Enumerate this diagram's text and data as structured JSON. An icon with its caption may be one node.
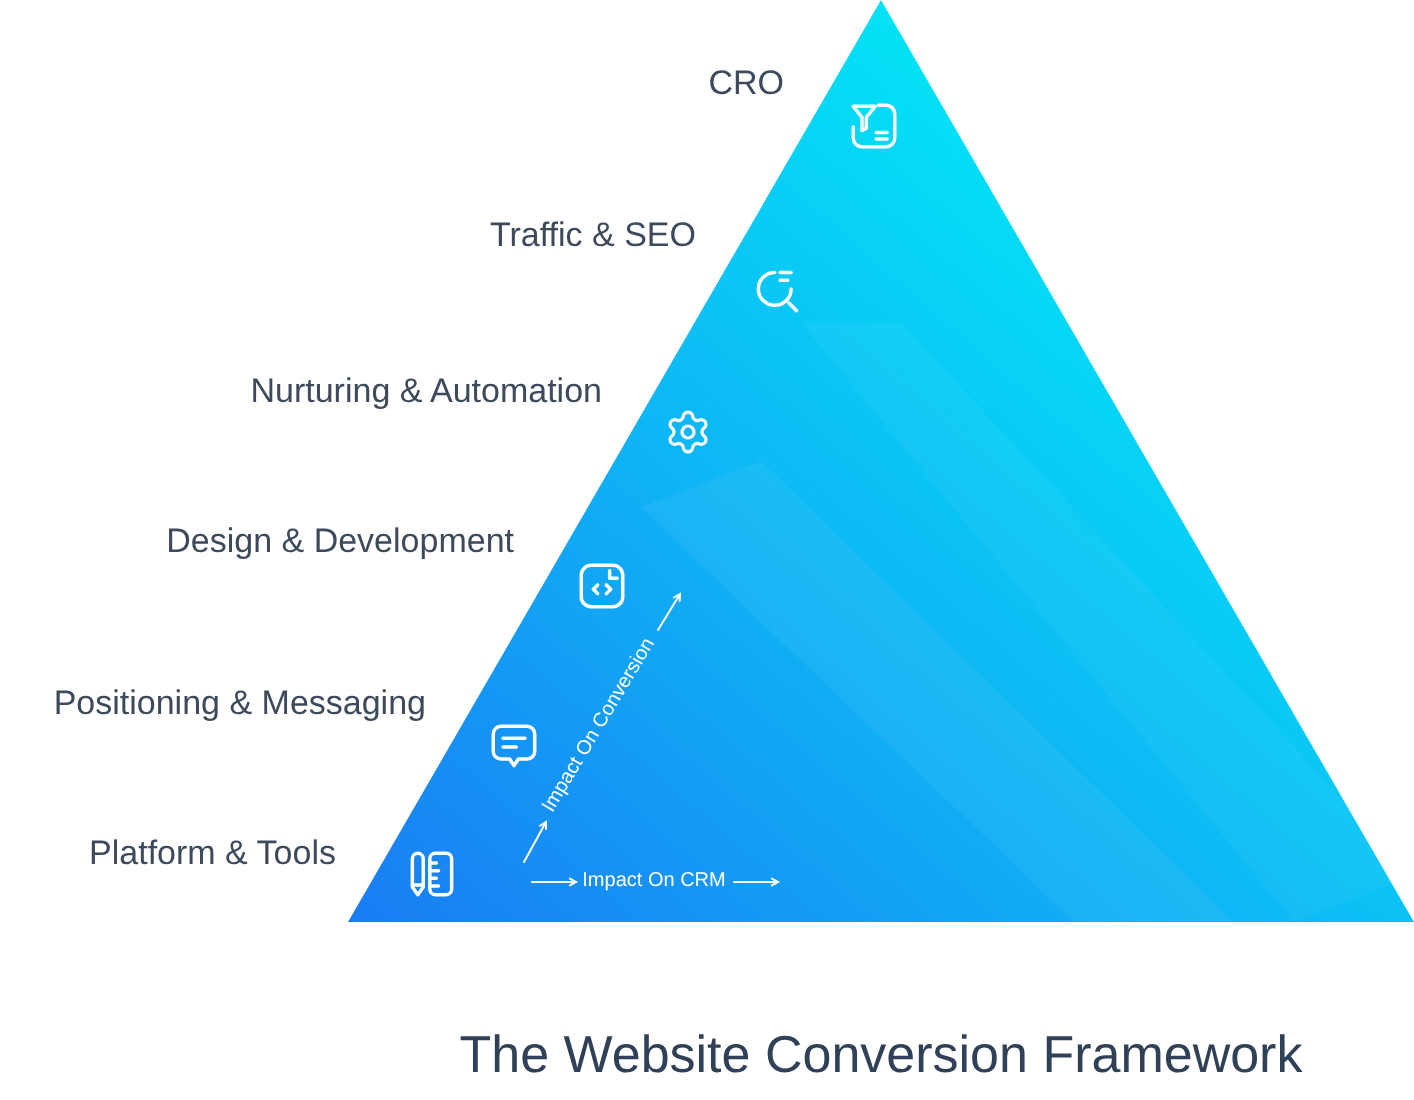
{
  "diagram": {
    "title": "The Website Conversion Framework",
    "nodes": [
      {
        "text": [
          "Impact On Conversion",
          "Impact On CRM"
        ]
      }
    ],
    "labels": [
      "CRO",
      "Traffic & SEO",
      "Nurturing & Automation",
      "Design & Development",
      "Positioning & Messaging",
      "Platform & Tools"
    ]
  }
}
